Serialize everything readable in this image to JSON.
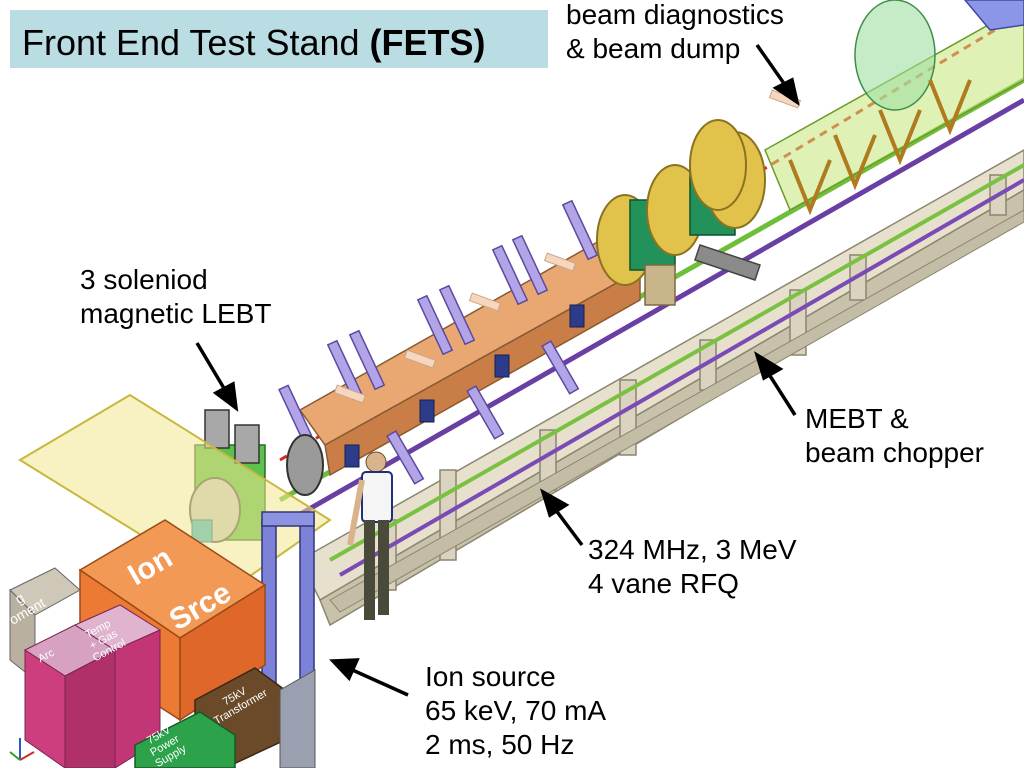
{
  "title": {
    "main": "Front End Test Stand ",
    "bold": "(FETS)"
  },
  "labels": {
    "diagnostics": [
      "beam diagnostics",
      "& beam dump"
    ],
    "lebt": [
      "3 soleniod",
      "magnetic LEBT"
    ],
    "mebt": [
      "MEBT &",
      "beam chopper"
    ],
    "rfq": [
      "324 MHz, 3 MeV",
      "4 vane RFQ"
    ],
    "ion_source": [
      "Ion source",
      "65 keV, 70 mA",
      "2 ms, 50 Hz"
    ]
  },
  "equipment": {
    "ion": "Ion",
    "srce": "Srce",
    "arc": "Arc",
    "temp_gas": [
      "Temp",
      "+ Gas",
      "Control"
    ],
    "transformer": [
      "75kV",
      "Transformer"
    ],
    "power_supply": [
      "75kV",
      "Power",
      "Supply"
    ],
    "partial": [
      "g",
      "oment"
    ]
  },
  "colors": {
    "title_bg": "#b9dde3",
    "rail": "#d9d3bf",
    "rfq_copper": "#d8925c",
    "magnet_purple": "#9b8bd8",
    "mebt_gold": "#d2b43a",
    "mebt_green": "#1f8f55",
    "ion_source_orange": "#ee7d3a",
    "ion_source_green": "#5cc24e",
    "rack_pink": "#cc3e7d",
    "walkway": "#f0e07a"
  }
}
